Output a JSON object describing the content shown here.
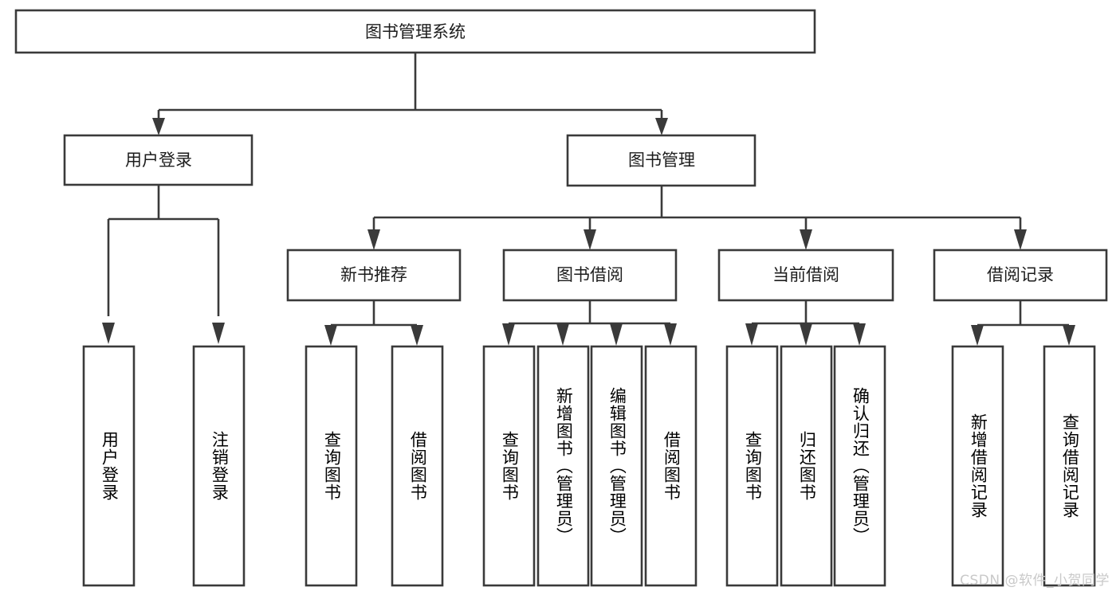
{
  "diagram": {
    "type": "tree",
    "title": "图书管理系统",
    "orientation": "top-down",
    "watermark": "CSDN @软件_小贺同学",
    "colors": {
      "box_stroke": "#3a3a3a",
      "box_fill": "#ffffff",
      "text": "#1c1c1c",
      "background": "#ffffff",
      "watermark": "#c9c9c9"
    },
    "root": {
      "id": "root",
      "label": "图书管理系统"
    },
    "level1": [
      {
        "id": "user-login",
        "label": "用户登录"
      },
      {
        "id": "book-manage",
        "label": "图书管理"
      }
    ],
    "level2": [
      {
        "id": "new-book-rec",
        "label": "新书推荐",
        "parent": "book-manage"
      },
      {
        "id": "book-borrow",
        "label": "图书借阅",
        "parent": "book-manage"
      },
      {
        "id": "current-borrow",
        "label": "当前借阅",
        "parent": "book-manage"
      },
      {
        "id": "borrow-record",
        "label": "借阅记录",
        "parent": "book-manage"
      }
    ],
    "leaves": {
      "user_login": [
        {
          "id": "leaf-user-login",
          "label": "用户登录"
        },
        {
          "id": "leaf-user-logout",
          "label": "注销登录"
        }
      ],
      "new_book_rec": [
        {
          "id": "leaf-query-book-1",
          "label": "查询图书"
        },
        {
          "id": "leaf-borrow-book-1",
          "label": "借阅图书"
        }
      ],
      "book_borrow": [
        {
          "id": "leaf-query-book-2",
          "label": "查询图书"
        },
        {
          "id": "leaf-add-book",
          "label": "新增图书（管理员）"
        },
        {
          "id": "leaf-edit-book",
          "label": "编辑图书（管理员）"
        },
        {
          "id": "leaf-borrow-book-2",
          "label": "借阅图书"
        }
      ],
      "current_borrow": [
        {
          "id": "leaf-query-book-3",
          "label": "查询图书"
        },
        {
          "id": "leaf-return-book",
          "label": "归还图书"
        },
        {
          "id": "leaf-confirm-return",
          "label": "确认归还（管理员）"
        }
      ],
      "borrow_record": [
        {
          "id": "leaf-add-record",
          "label": "新增借阅记录"
        },
        {
          "id": "leaf-query-record",
          "label": "查询借阅记录"
        }
      ]
    }
  }
}
